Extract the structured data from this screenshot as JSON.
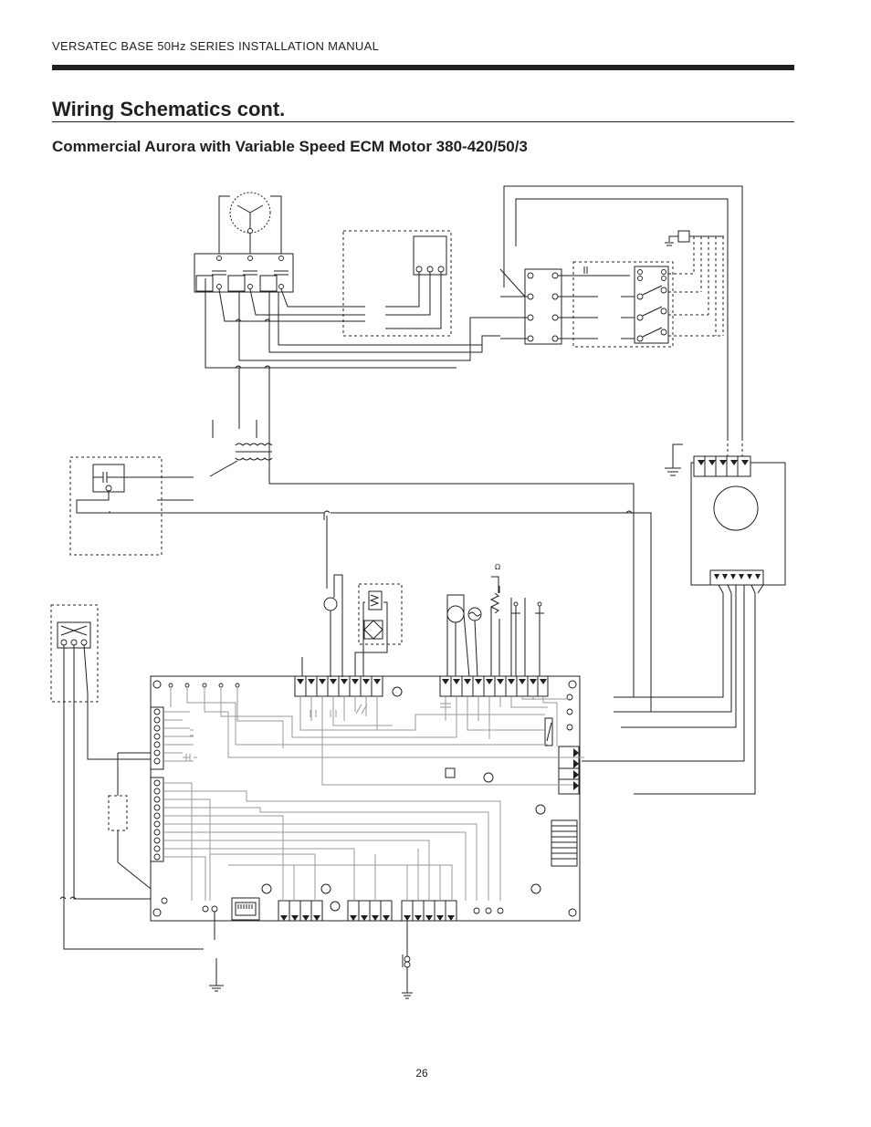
{
  "header": {
    "manual_title": "VERSATEC BASE 50Hz SERIES INSTALLATION MANUAL"
  },
  "section": {
    "title": "Wiring Schematics cont."
  },
  "schematic": {
    "title": "Commercial Aurora with Variable Speed ECM Motor 380-420/50/3",
    "omega_symbol": "Ω"
  },
  "footer": {
    "page_number": "26"
  }
}
